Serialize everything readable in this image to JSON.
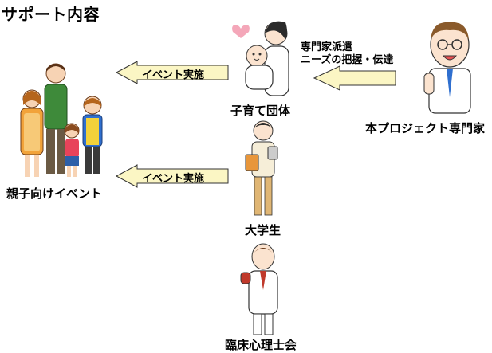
{
  "page": {
    "title": "サポート内容"
  },
  "nodes": {
    "family": {
      "label": "親子向けイベント"
    },
    "parenting_group": {
      "label": "子育て団体"
    },
    "expert": {
      "label": "本プロジェクト専門家"
    },
    "student": {
      "label": "大学生"
    },
    "psychologist": {
      "label": "臨床心理士会"
    }
  },
  "arrows": {
    "group_to_family": {
      "label": "イベント実施"
    },
    "student_to_family": {
      "label": "イベント実施"
    },
    "expert_to_group": {
      "lines": [
        "専門家派遣",
        "ニーズの把握・伝達"
      ]
    }
  },
  "colors": {
    "arrow_fill": "#fbf6c4",
    "arrow_stroke": "#333333",
    "heart": "#f4a7b9"
  }
}
